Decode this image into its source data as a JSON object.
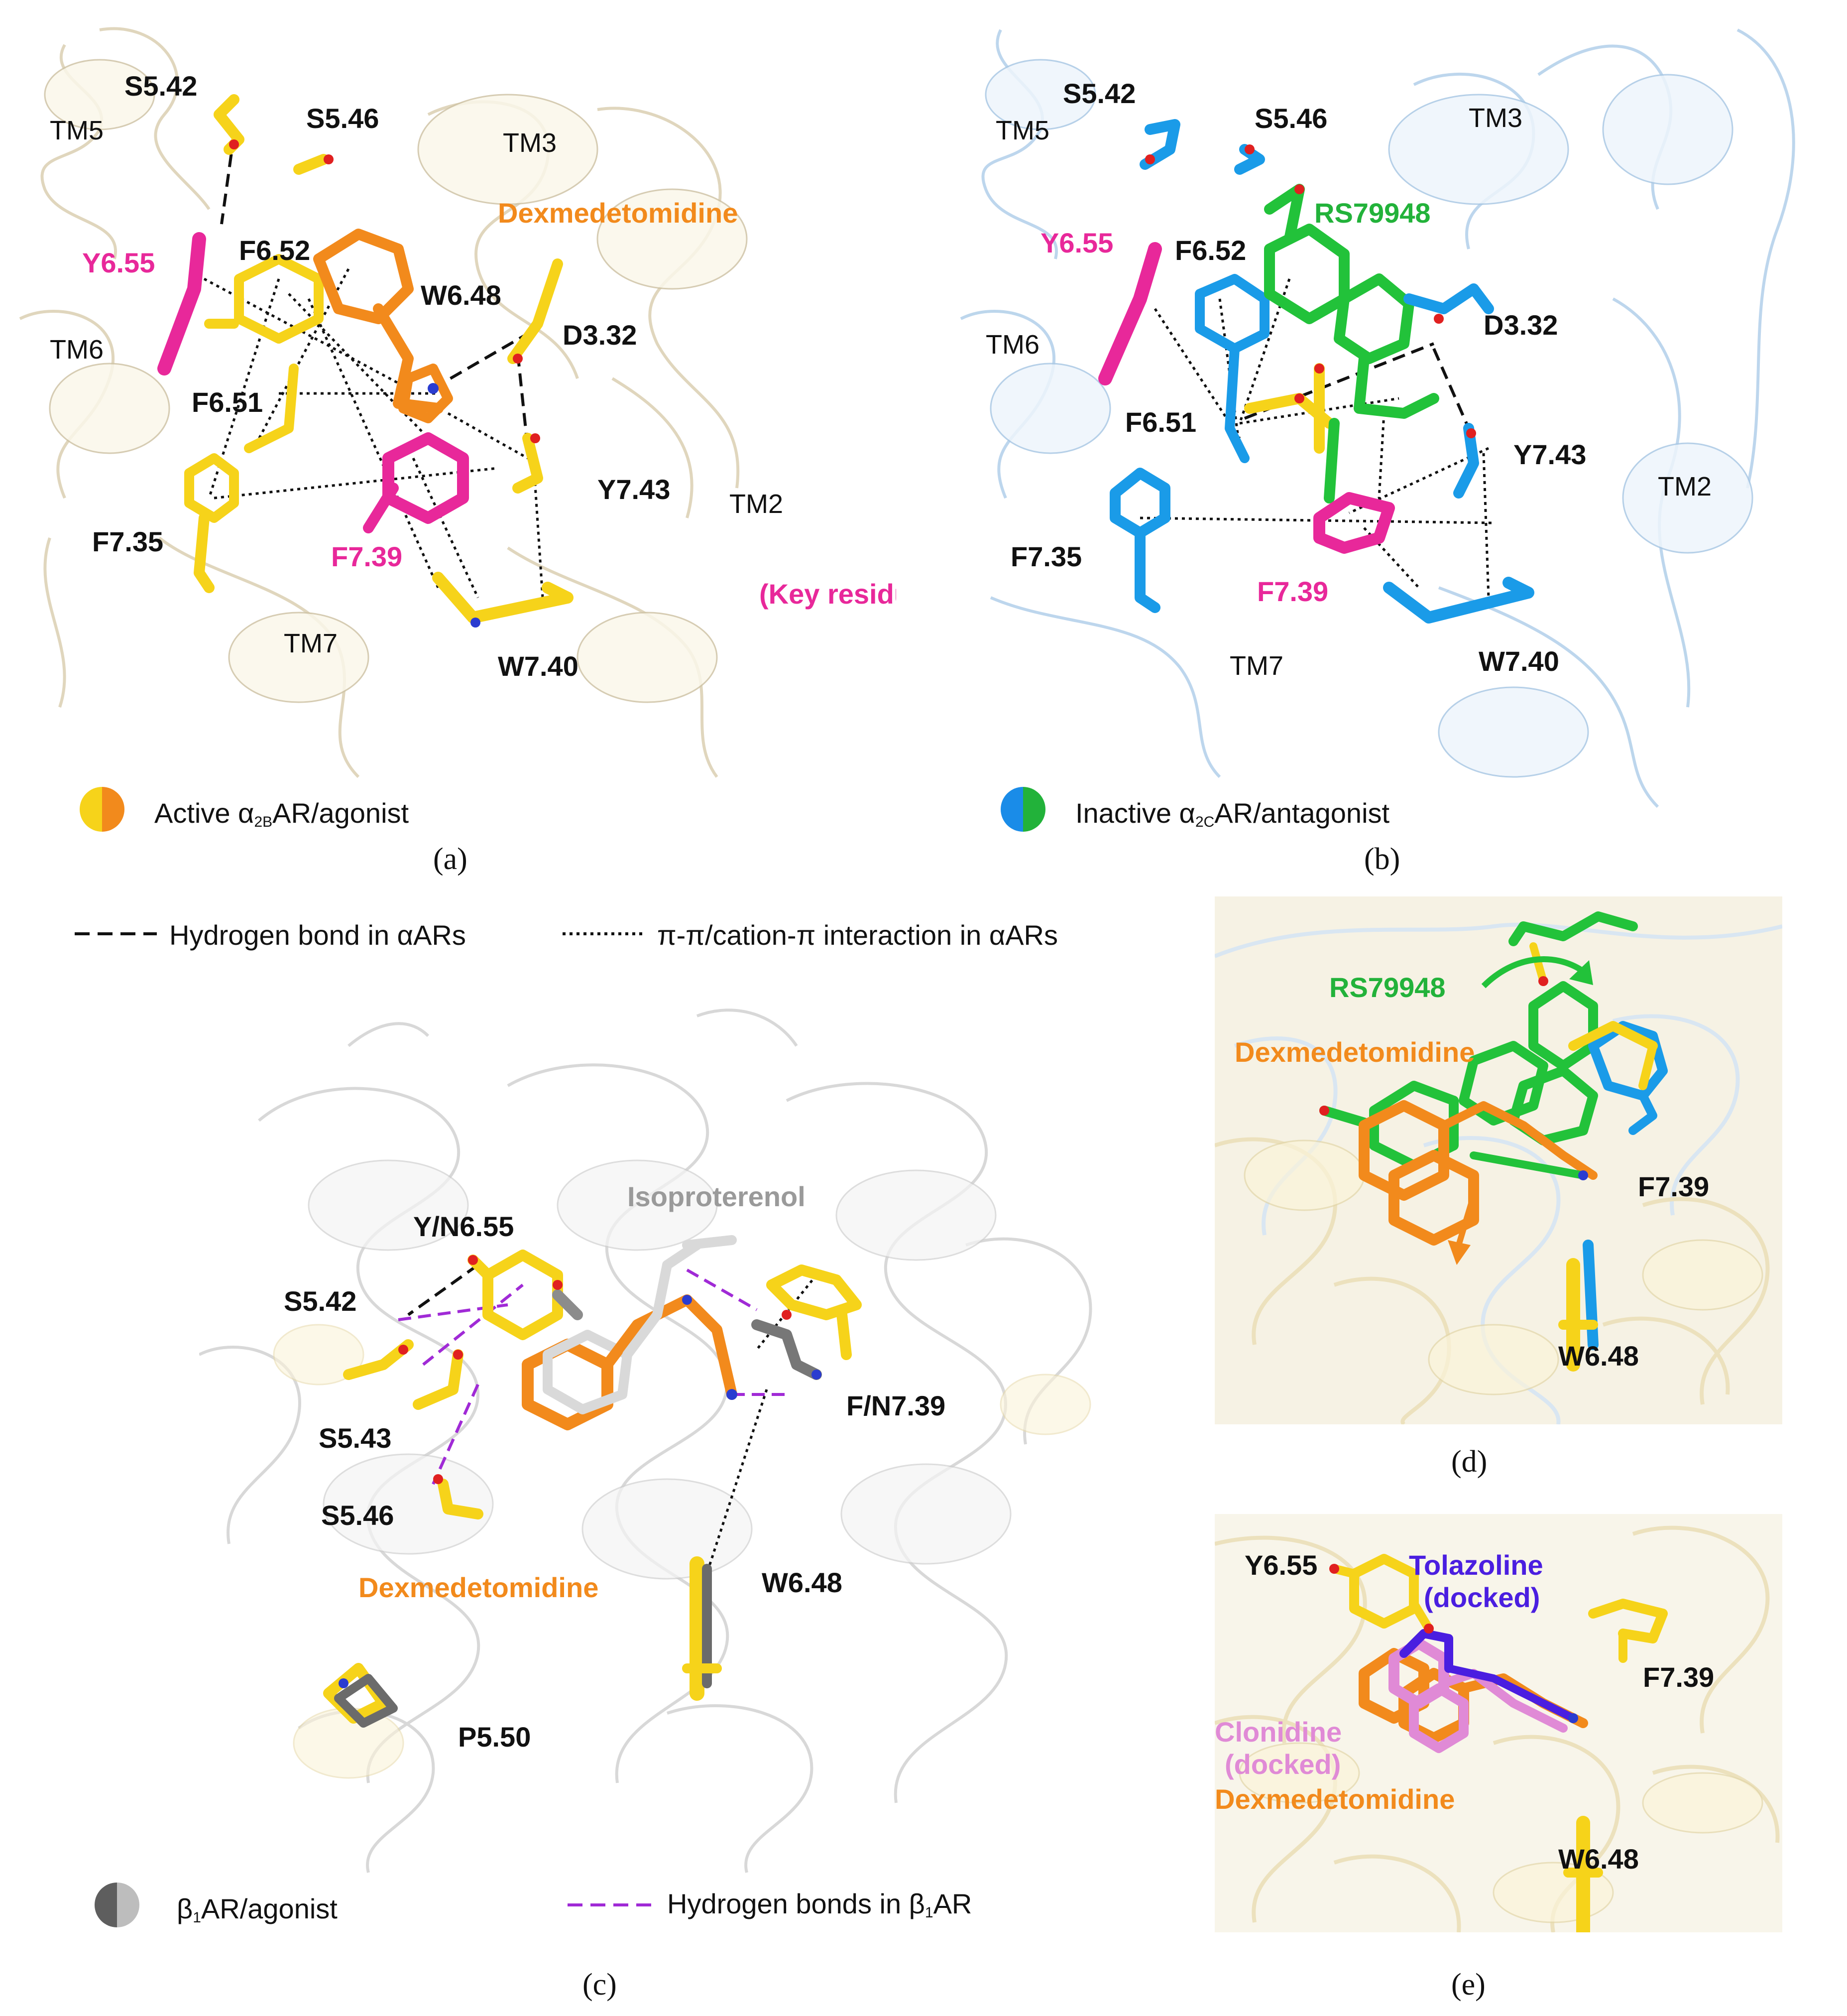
{
  "panel_a": {
    "caption": "(a)",
    "residues": [
      "S5.42",
      "S5.46",
      "Y6.55",
      "F6.52",
      "W6.48",
      "D3.32",
      "F6.51",
      "F7.35",
      "F7.39",
      "Y7.43",
      "W7.40"
    ],
    "helices": [
      "TM5",
      "TM3",
      "TM6",
      "TM2",
      "TM7"
    ],
    "ligand": "Dexmedetomidine",
    "key_note": "(Key residues)",
    "legend_prefix": "Active α",
    "legend_sub": "2B",
    "legend_suffix": "AR/agonist",
    "legend_colors": [
      "#f6d31a",
      "#f28a1c"
    ]
  },
  "panel_b": {
    "caption": "(b)",
    "residues": [
      "S5.42",
      "S5.46",
      "Y6.55",
      "F6.52",
      "D3.32",
      "F6.51",
      "Y7.43",
      "F7.35",
      "F7.39",
      "W7.40"
    ],
    "helices": [
      "TM5",
      "TM3",
      "TM6",
      "TM2",
      "TM7"
    ],
    "ligand": "RS79948",
    "legend_prefix": "Inactive α",
    "legend_sub": "2C",
    "legend_suffix": "AR/antagonist",
    "legend_colors": [
      "#1a8ce8",
      "#22b23a"
    ]
  },
  "legend_lines": {
    "hbond": "Hydrogen bond in αARs",
    "pi": "π-π/cation-π interaction in αARs"
  },
  "panel_c": {
    "caption": "(c)",
    "ligand_gray": "Isoproterenol",
    "ligand_orange": "Dexmedetomidine",
    "residues": [
      "Y/N6.55",
      "S5.42",
      "F/N7.39",
      "S5.43",
      "S5.46",
      "W6.48",
      "P5.50"
    ],
    "legend_prefix": "β",
    "legend_sub": "1",
    "legend_suffix": "AR/agonist",
    "legend_hbond_prefix": "Hydrogen bonds in β",
    "legend_hbond_sub": "1",
    "legend_hbond_suffix": "AR"
  },
  "panel_d": {
    "caption": "(d)",
    "ligand_green": "RS79948",
    "ligand_orange": "Dexmedetomidine",
    "residues": [
      "F7.39",
      "W6.48"
    ]
  },
  "panel_e": {
    "caption": "(e)",
    "residues": [
      "Y6.55",
      "F7.39",
      "W6.48"
    ],
    "ligand_blue_1": "Tolazoline",
    "ligand_blue_2": "(docked)",
    "ligand_pink_1": "Clonidine",
    "ligand_pink_2": "(docked)",
    "ligand_orange": "Dexmedetomidine"
  },
  "colors": {
    "yellow": "#f6d31a",
    "orange": "#f28a1c",
    "magenta": "#e8289a",
    "blue": "#1a9be8",
    "green": "#22c23a",
    "gray": "#8c8c8c",
    "purple": "#a02ad6",
    "violet": "#4a1ee0",
    "pink": "#e08ad6",
    "ribbon_cream": "#f3ecd9",
    "ribbon_blue": "#d8e8f5"
  }
}
